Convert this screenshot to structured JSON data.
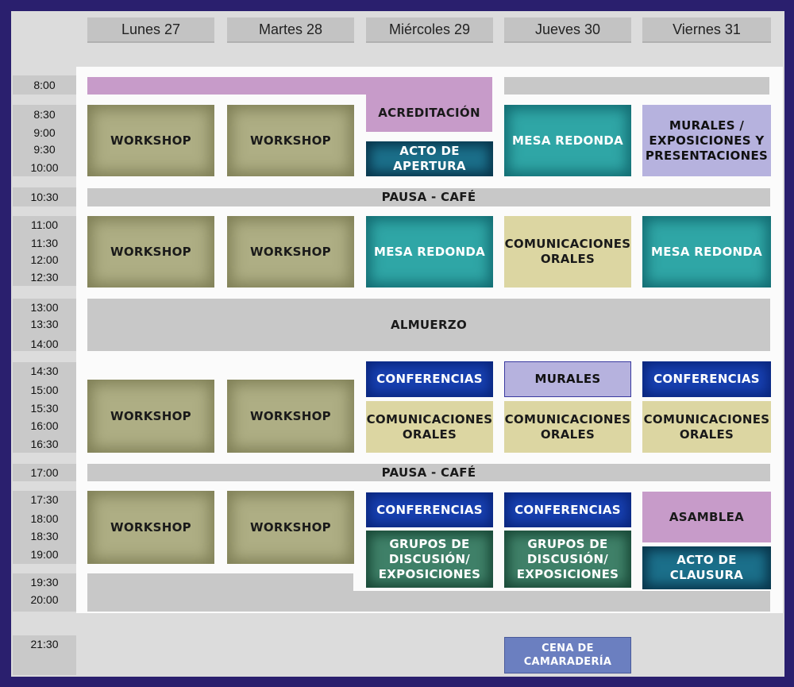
{
  "days": [
    "Lunes 27",
    "Martes 28",
    "Miércoles 29",
    "Jueves 30",
    "Viernes 31"
  ],
  "times": [
    "8:00",
    "8:30",
    "9:00",
    "9:30",
    "10:00",
    "10:30",
    "11:00",
    "11:30",
    "12:00",
    "12:30",
    "13:00",
    "13:30",
    "14:00",
    "14:30",
    "15:00",
    "15:30",
    "16:00",
    "16:30",
    "17:00",
    "17:30",
    "18:00",
    "18:30",
    "19:00",
    "19:30",
    "20:00",
    "21:30"
  ],
  "events": {
    "workshop": "WORKSHOP",
    "acreditacion": "ACREDITACIÓN",
    "acto_apertura": "ACTO DE APERTURA",
    "mesa_redonda": "MESA REDONDA",
    "murales_exposiciones": "MURALES / EXPOSICIONES Y PRESENTACIONES",
    "pausa_cafe": "PAUSA - CAFÉ",
    "comunicaciones_orales": "COMUNICACIONES ORALES",
    "almuerzo": "ALMUERZO",
    "conferencias": "CONFERENCIAS",
    "murales": "MURALES",
    "grupos_discusion": "GRUPOS DE DISCUSIÓN/ EXPOSICIONES",
    "asamblea": "ASAMBLEA",
    "acto_clausura": "ACTO DE CLAUSURA",
    "cena": "CENA DE CAMARADERÍA"
  },
  "colors": {
    "frame": "#2a1f6e",
    "workshop": "#aeae84",
    "mesa_redonda": "#2fa6a6",
    "conferencias": "#1740b0",
    "comunicaciones": "#dcd6a2",
    "murales": "#b6b2de",
    "asamblea": "#c79bc9",
    "grupos": "#3f8068",
    "cena": "#6b7fc0"
  }
}
